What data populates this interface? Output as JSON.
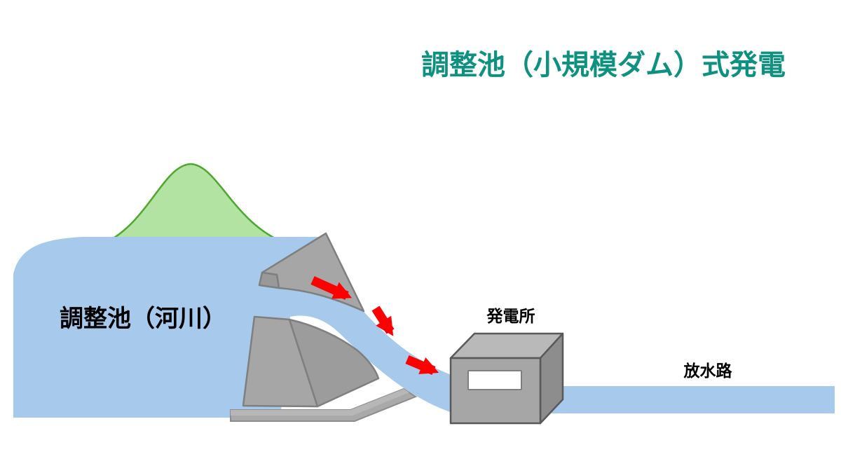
{
  "title": {
    "text": "調整池（小規模ダム）式発電",
    "color": "#0f9180"
  },
  "labels": {
    "reservoir": "調整池（河川）",
    "powerhouse": "発電所",
    "tailrace": "放水路",
    "color": "#000000"
  },
  "icons": {
    "flow_arrow": "red-flow-arrow"
  },
  "colors": {
    "background": "#ffffff",
    "water": "#a6c9ec",
    "hill_fill": "#b2e3a2",
    "hill_stroke": "#4ea72e",
    "dam_front": "#a6a6a6",
    "dam_side": "#9c9c9c",
    "dam_crest": "#999999",
    "dam_edge": "#7f7f7f",
    "slab": "#a9a9a9",
    "slab_top": "#b7b7b7",
    "slab_edge": "#8c8c8c",
    "box_top": "#b9b9b9",
    "box_front": "#a6a6a6",
    "box_side": "#8d8d8d",
    "box_edge": "#595959",
    "window_fill": "#ffffff",
    "window_edge": "#7f7f7f",
    "arrow": "#ff0000"
  }
}
